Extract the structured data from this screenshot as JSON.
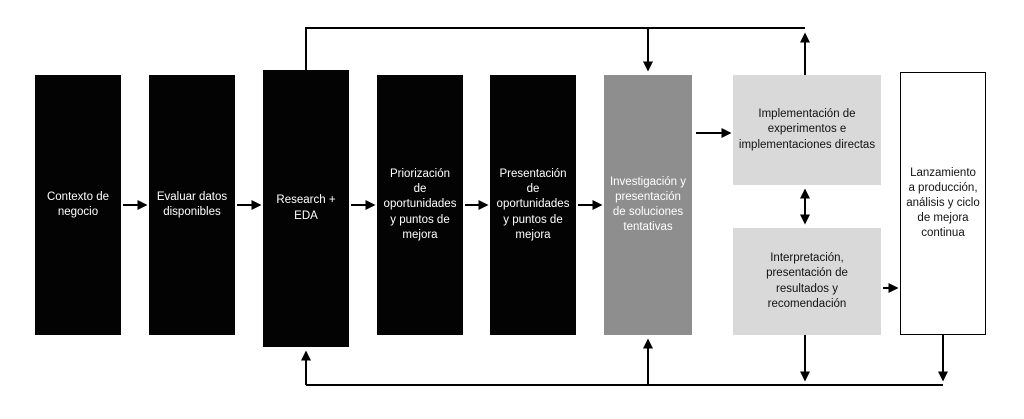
{
  "diagram": {
    "boxes": [
      {
        "id": "contexto",
        "label": "Contexto de negocio",
        "style": "black"
      },
      {
        "id": "evaluar",
        "label": "Evaluar datos disponibles",
        "style": "black"
      },
      {
        "id": "research",
        "label": "Research + EDA",
        "style": "black"
      },
      {
        "id": "priorizacion",
        "label": "Priorización de oportunidades y puntos de mejora",
        "style": "black"
      },
      {
        "id": "presentacion",
        "label": "Presentación de oportunidades y puntos de mejora",
        "style": "black"
      },
      {
        "id": "investigacion",
        "label": "Investigación y presentación de soluciones tentativas",
        "style": "gray"
      },
      {
        "id": "implementacion",
        "label": "Implementación de experimentos e implementaciones directas",
        "style": "lightgray"
      },
      {
        "id": "interpretacion",
        "label": "Interpretación, presentación de resultados y recomendación",
        "style": "lightgray"
      },
      {
        "id": "lanzamiento",
        "label": "Lanzamiento a producción, análisis y ciclo de mejora continua",
        "style": "white"
      }
    ],
    "connections": [
      {
        "from": "contexto",
        "to": "evaluar",
        "type": "forward"
      },
      {
        "from": "evaluar",
        "to": "research",
        "type": "forward"
      },
      {
        "from": "research",
        "to": "priorizacion",
        "type": "forward"
      },
      {
        "from": "priorizacion",
        "to": "presentacion",
        "type": "forward"
      },
      {
        "from": "presentacion",
        "to": "investigacion",
        "type": "forward"
      },
      {
        "from": "investigacion",
        "to": "implementacion",
        "type": "forward"
      },
      {
        "from": "implementacion",
        "to": "interpretacion",
        "type": "bidirectional"
      },
      {
        "from": "interpretacion",
        "to": "lanzamiento",
        "type": "forward"
      },
      {
        "from": "research",
        "to": "investigacion",
        "type": "feedback-top"
      },
      {
        "from": "implementacion",
        "to": "research",
        "type": "feedback-top"
      },
      {
        "from": "interpretacion",
        "to": "research",
        "type": "feedback-bottom"
      },
      {
        "from": "lanzamiento",
        "to": "investigacion",
        "type": "feedback-bottom"
      }
    ],
    "colors": {
      "black_box": "#030303",
      "gray_box": "#8e8e8e",
      "light_gray_box": "#d9d9d9",
      "white_box": "#ffffff",
      "arrow": "#000000",
      "background": "#ffffff"
    }
  }
}
